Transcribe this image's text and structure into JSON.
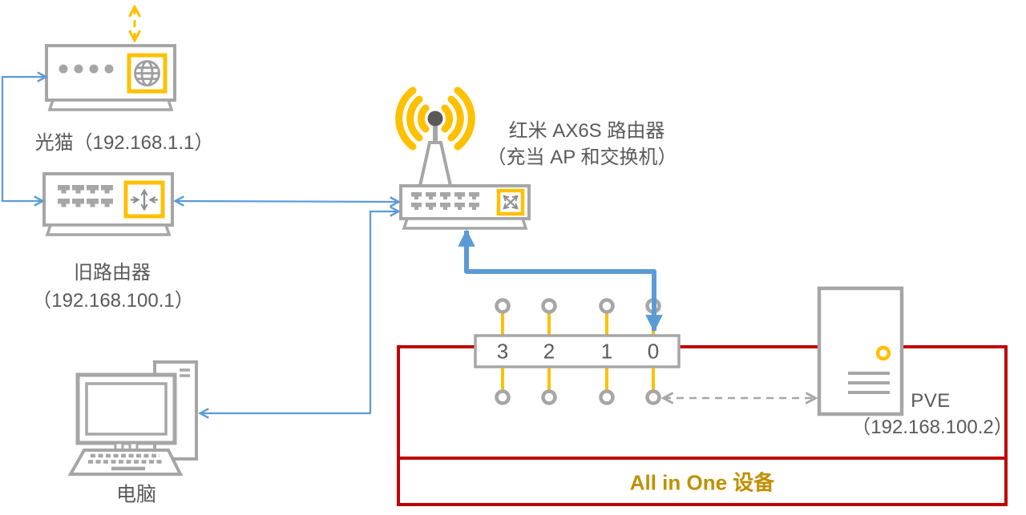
{
  "diagram": {
    "devices": {
      "modem": {
        "label": "光猫（192.168.1.1）"
      },
      "old_router": {
        "label_line1": "旧路由器",
        "label_line2": "（192.168.100.1）"
      },
      "ax6s_router": {
        "label_line1": "红米 AX6S 路由器",
        "label_line2": "（充当 AP 和交换机）"
      },
      "computer": {
        "label": "电脑"
      },
      "pve": {
        "label_line1": "PVE",
        "label_line2": "（192.168.100.2）"
      },
      "all_in_one": {
        "label": "All in One 设备"
      }
    },
    "switch_ports": {
      "labels": [
        "3",
        "2",
        "1",
        "0"
      ]
    },
    "colors": {
      "link_blue": "#5B9BD5",
      "accent_yellow": "#FFC000",
      "device_gray": "#A6A6A6",
      "text_gray": "#595959",
      "box_red": "#C00000",
      "gold_text": "#BF9000"
    }
  }
}
